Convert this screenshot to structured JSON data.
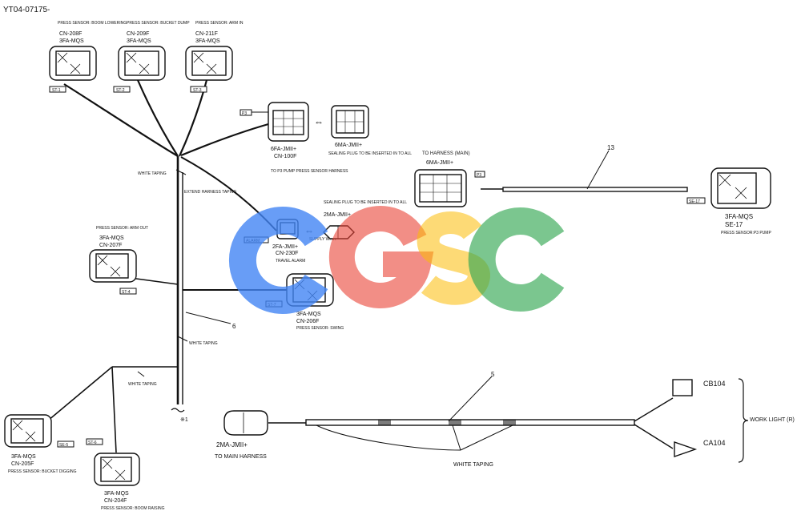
{
  "drawing_id": "YT04-07175-",
  "top_connectors": [
    {
      "title": "PRESS SENSOR: BOOM LOWERING",
      "code": "CN-208F",
      "type": "3FA-MQS",
      "tag": "ST-1"
    },
    {
      "title": "PRESS SENSOR: BUCKET DUMP",
      "code": "CN-209F",
      "type": "3FA-MQS",
      "tag": "ST-2"
    },
    {
      "title": "PRESS SENSOR: ARM IN",
      "code": "CN-211F",
      "type": "3FA-MQS",
      "tag": "ST-3"
    }
  ],
  "cn100": {
    "type": "6FA-JMII+",
    "code": "CN-100F",
    "tag": "P3",
    "note": "TO P3 PUMP PRESS SENSOR HARNESS"
  },
  "sealing_6ma": {
    "type": "6MA-JMII+",
    "note": "SEALING PLUG TO BE INSERTED IN TO ALL"
  },
  "white_taping": "WHITE TAPING",
  "extend_taping": "EXTEND HARNESS TAPING",
  "cn230": {
    "type": "2FA-JMII+",
    "code": "CN-230F",
    "label": "TRAVEL ALARM",
    "supply": "SUPPLY WITH",
    "tag": "ALARM"
  },
  "sealing_2ma": {
    "note": "SEALING PLUG TO BE INSERTED IN TO ALL",
    "type": "2MA-JMII+"
  },
  "cn207": {
    "title": "PRESS SENSOR: ARM OUT",
    "type": "3FA-MQS",
    "code": "CN-207F",
    "tag": "ST-4"
  },
  "cn206": {
    "type": "3FA-MQS",
    "code": "CN-206F",
    "title": "PRESS SENSOR: SWING",
    "tag": "ST-7"
  },
  "cn205": {
    "type": "3FA-MQS",
    "code": "CN-205F",
    "title": "PRESS SENSOR: BUCKET DIGGING",
    "tag": "SE-5"
  },
  "cn204": {
    "type": "3FA-MQS",
    "code": "CN-204F",
    "title": "PRESS SENSOR: BOOM RAISING",
    "tag": "ST-6"
  },
  "main_harness_6ma": {
    "heading": "TO HARNESS (MAIN)",
    "type": "6MA-JMII+",
    "tag": "P3"
  },
  "se17": {
    "type": "3FA-MQS",
    "code": "SE-17",
    "title": "PRESS SENSOR:P3 PUMP",
    "tag": "SE-17"
  },
  "callouts": {
    "c13": "13",
    "c6": "6",
    "c5": "5",
    "star": "※1"
  },
  "worklight": {
    "plug_type": "2MA-JMII+",
    "plug_note": "TO MAIN HARNESS",
    "taping": "WHITE TAPING",
    "cb104": "CB104",
    "ca104": "CA104",
    "label": "WORK LIGHT (R)"
  },
  "watermark": "GSC",
  "colors": {
    "blue": "#4285f4",
    "red": "#ea4335",
    "yellow": "#fbbc05",
    "green": "#34a853",
    "ink": "#111111"
  }
}
